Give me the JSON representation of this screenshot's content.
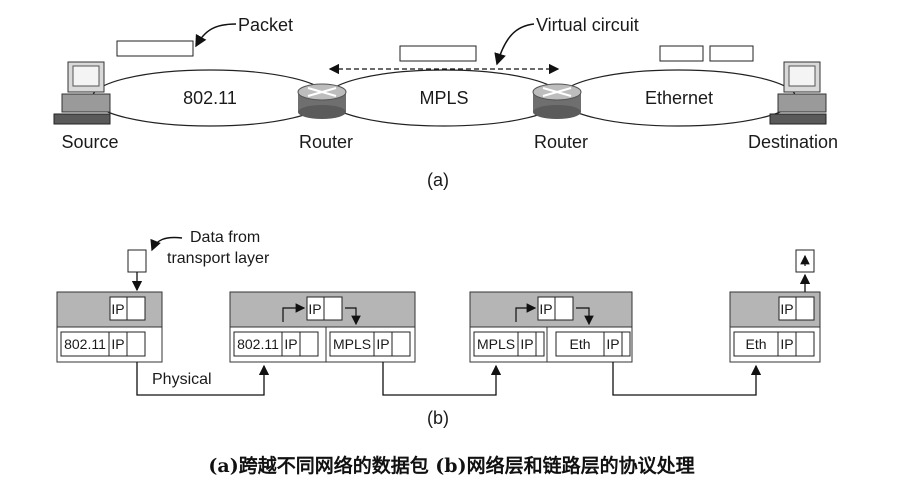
{
  "part_a": {
    "packet_label": "Packet",
    "virtual_circuit_label": "Virtual circuit",
    "network_labels": [
      "802.11",
      "MPLS",
      "Ethernet"
    ],
    "node_labels": [
      "Source",
      "Router",
      "Router",
      "Destination"
    ],
    "panel_label": "(a)"
  },
  "part_b": {
    "data_label_line1": "Data from",
    "data_label_line2": "transport layer",
    "physical_label": "Physical",
    "panel_label": "(b)",
    "layer_labels": {
      "ip": "IP",
      "wifi": "802.11",
      "mpls": "MPLS",
      "eth": "Eth"
    }
  },
  "caption": "(a)跨越不同网络的数据包 (b)网络层和链路层的协议处理"
}
